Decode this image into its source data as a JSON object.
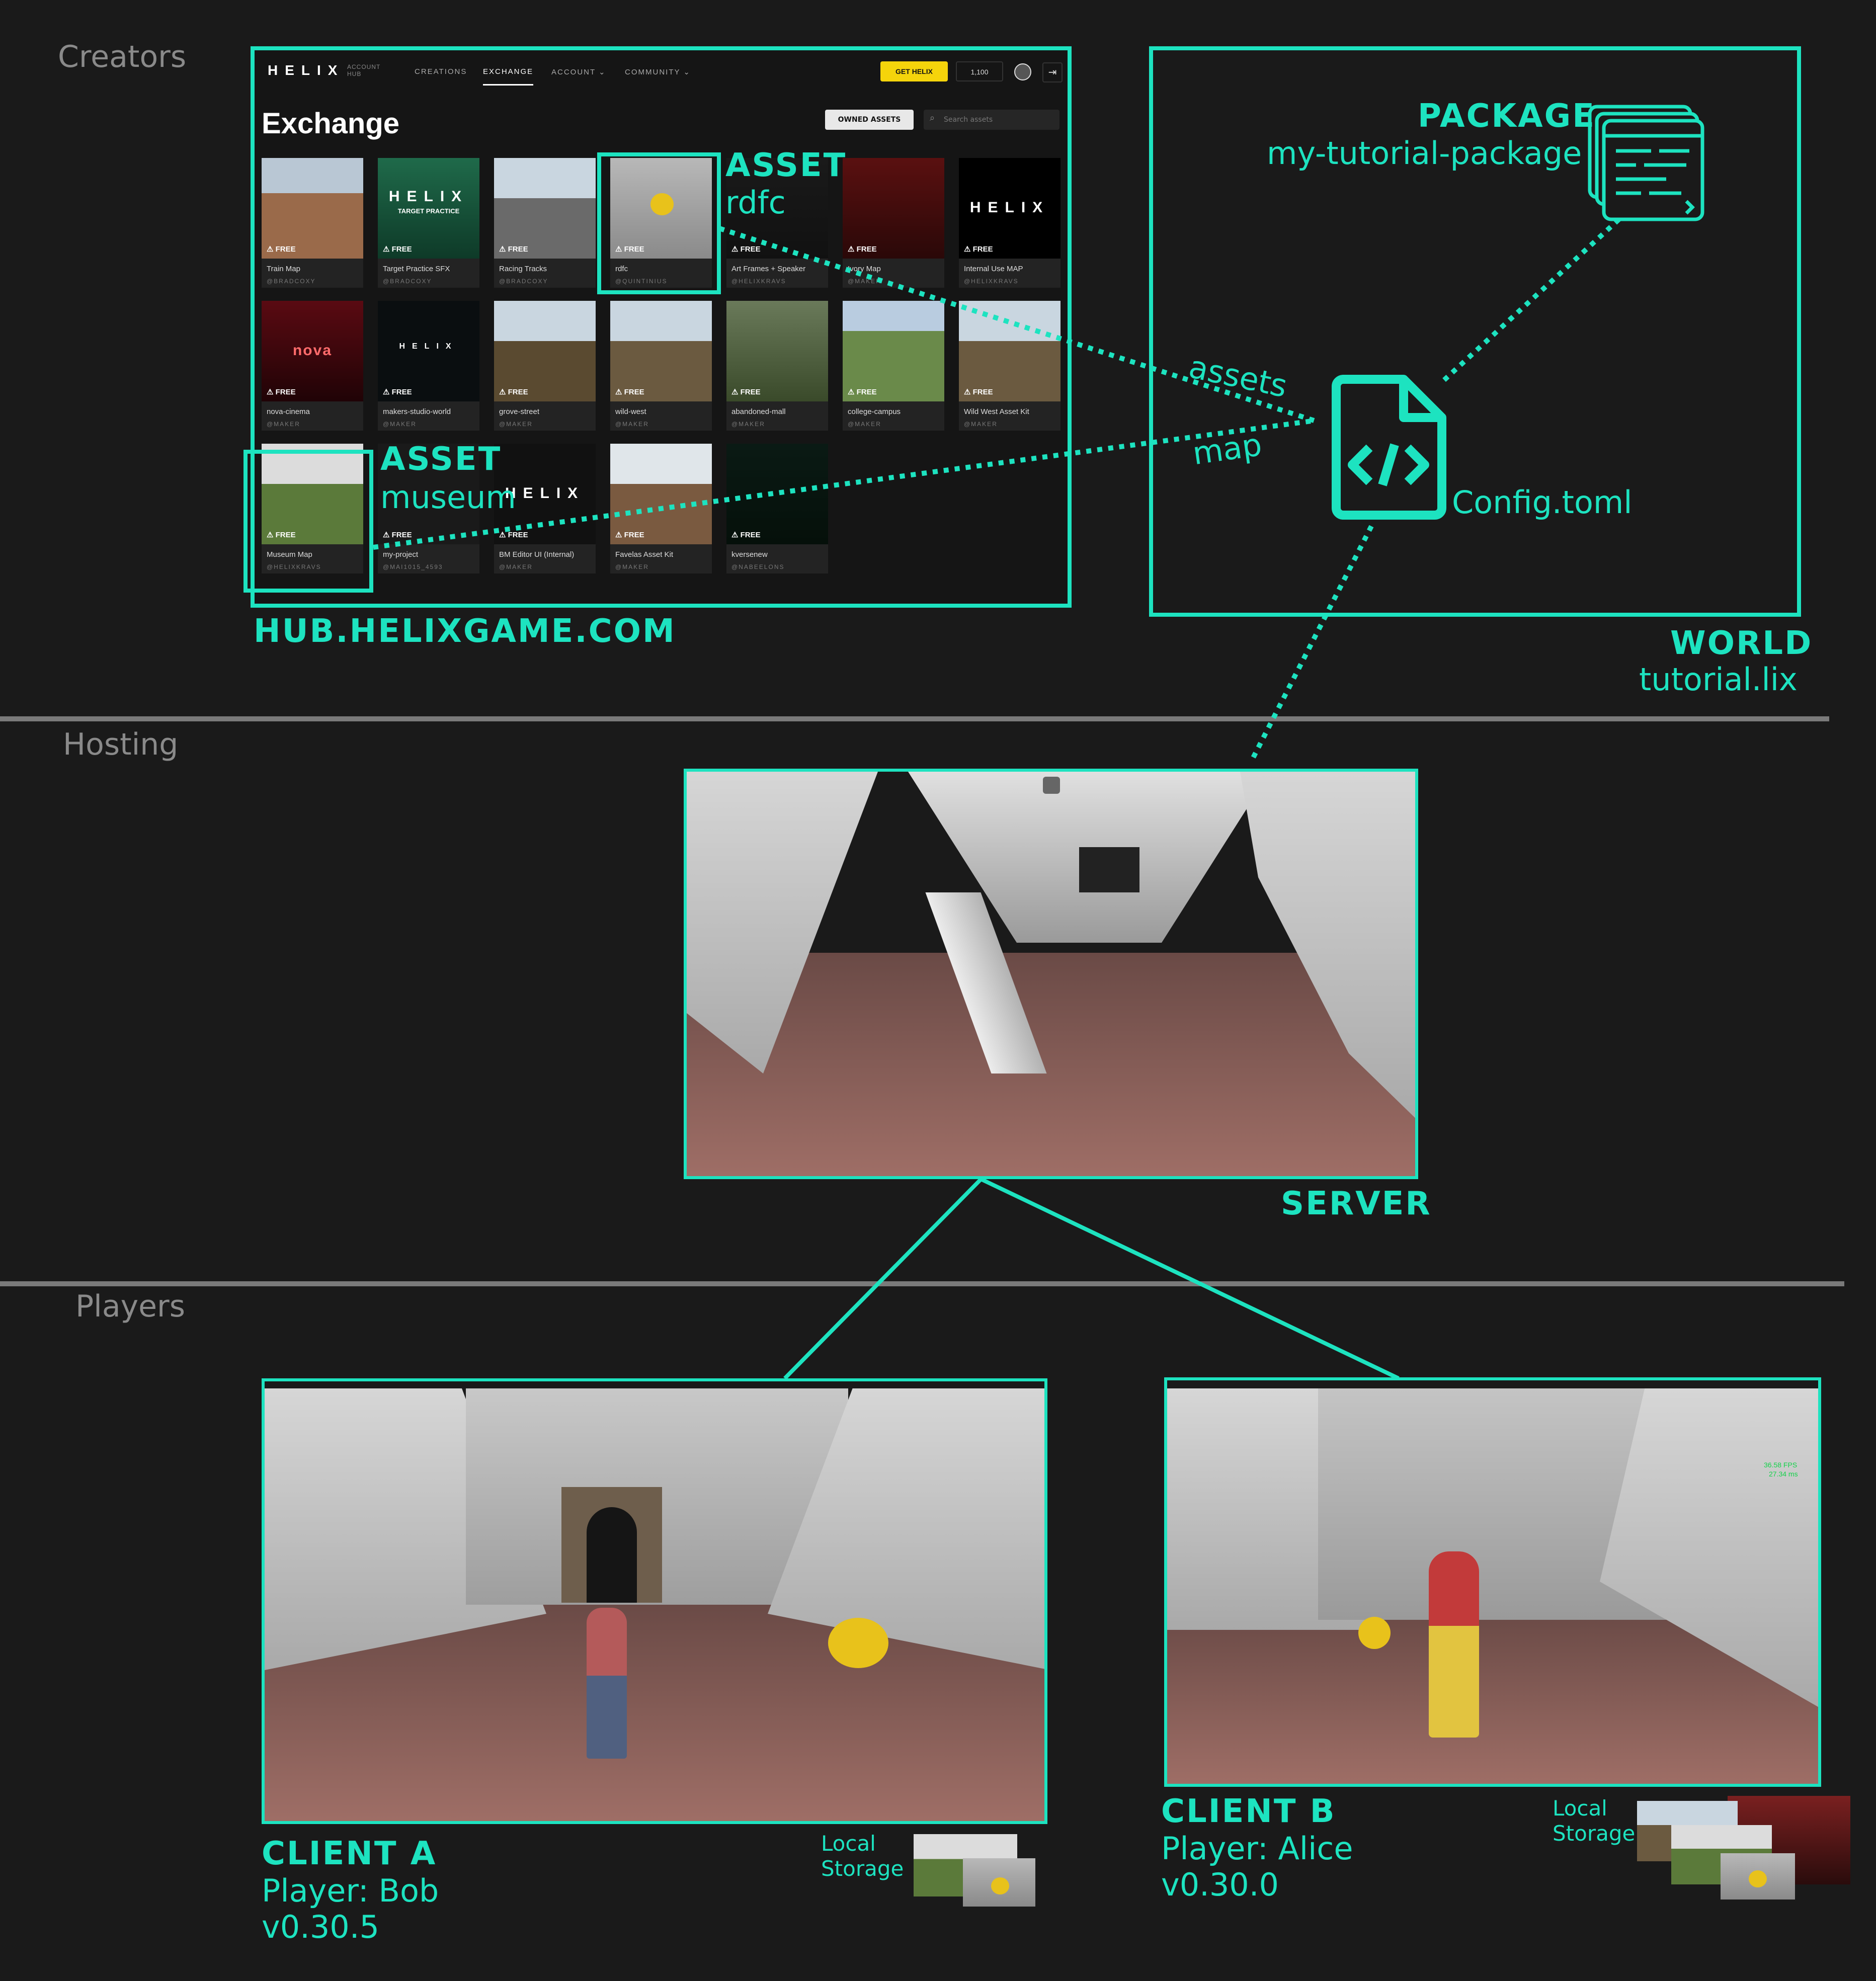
{
  "sections": {
    "creators": "Creators",
    "hosting": "Hosting",
    "players": "Players"
  },
  "hub": {
    "url_label": "HUB.HELIXGAME.COM",
    "logo": "HELIX",
    "logo_sub": "ACCOUNT HUB",
    "nav": [
      "CREATIONS",
      "EXCHANGE",
      "ACCOUNT ⌄",
      "COMMUNITY ⌄"
    ],
    "get_button": "GET HELIX",
    "coins": "1,100",
    "logout_icon": "logout-icon",
    "title": "Exchange",
    "owned_button": "OWNED ASSETS",
    "search_placeholder": "Search assets",
    "badge": "FREE",
    "cards": [
      {
        "name": "Train Map",
        "author": "@BRADCOXY"
      },
      {
        "name": "Target Practice SFX",
        "author": "@BRADCOXY",
        "thumb_text": "HELIX",
        "thumb_sub": "TARGET PRACTICE"
      },
      {
        "name": "Racing Tracks",
        "author": "@BRADCOXY"
      },
      {
        "name": "rdfc",
        "author": "@QUINTINIUS"
      },
      {
        "name": "Art Frames + Speaker",
        "author": "@HELIXKRAVS"
      },
      {
        "name": "Ivory Map",
        "author": "@MAKER"
      },
      {
        "name": "Internal Use MAP",
        "author": "@HELIXKRAVS",
        "thumb_text": "HELIX"
      },
      {
        "name": "nova-cinema",
        "author": "@MAKER",
        "thumb_text": "nova"
      },
      {
        "name": "makers-studio-world",
        "author": "@MAKER",
        "thumb_text": "HELIX"
      },
      {
        "name": "grove-street",
        "author": "@MAKER"
      },
      {
        "name": "wild-west",
        "author": "@MAKER"
      },
      {
        "name": "abandoned-mall",
        "author": "@MAKER"
      },
      {
        "name": "college-campus",
        "author": "@MAKER"
      },
      {
        "name": "Wild West Asset Kit",
        "author": "@MAKER"
      },
      {
        "name": "Museum Map",
        "author": "@HELIXKRAVS"
      },
      {
        "name": "my-project",
        "author": "@MAI1015_4593"
      },
      {
        "name": "BM Editor UI (Internal)",
        "author": "@MAKER",
        "thumb_text": "HELIX"
      },
      {
        "name": "Favelas Asset Kit",
        "author": "@MAKER"
      },
      {
        "name": "kversenew",
        "author": "@NABEELONS"
      }
    ]
  },
  "assets": {
    "rdfc": {
      "kind": "ASSET",
      "name": "rdfc"
    },
    "museum": {
      "kind": "ASSET",
      "name": "museum"
    }
  },
  "world": {
    "package_kind": "PACKAGE",
    "package_name": "my-tutorial-package",
    "config_file": "Config.toml",
    "link_assets": "assets",
    "link_map": "map",
    "kind": "WORLD",
    "file": "tutorial.lix"
  },
  "server": {
    "label": "SERVER"
  },
  "clients": {
    "a": {
      "label": "CLIENT A",
      "player": "Player: Bob",
      "version": "v0.30.5",
      "storage": "Local\nStorage"
    },
    "b": {
      "label": "CLIENT B",
      "player": "Player: Alice",
      "version": "v0.30.0",
      "storage": "Local\nStorage",
      "fps": "36.58 FPS",
      "ms": "27.34 ms"
    }
  },
  "colors": {
    "accent": "#1de3c0",
    "background": "#1a1a1a",
    "divider": "#7a7a7a"
  }
}
